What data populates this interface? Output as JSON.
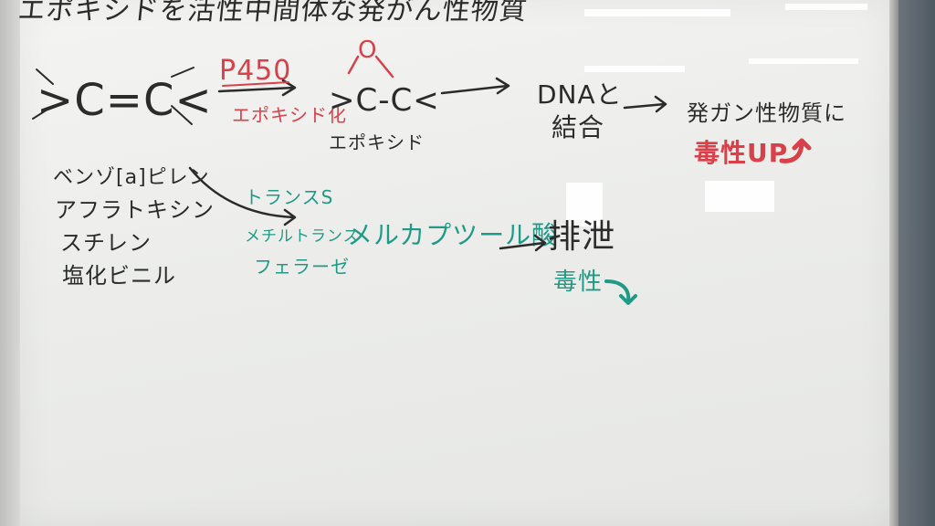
{
  "whiteboard": {
    "title_cut": "エポキシドを活性中間体な発がん性物質",
    "molecule_left": ">C=C<",
    "enzyme_label": "P450",
    "enzyme_sub": "エポキシド化",
    "epoxide_o": "O",
    "epoxide_struct": ">C-C<",
    "epoxide_label": "エポキシド",
    "dna_label": "DNAと",
    "dna_binding": "結合",
    "carcinogen": "発ガン性物質に",
    "toxicity_up": "毒性UP",
    "substances": [
      "ベンゾ[a]ピレン",
      "アフラトキシン",
      "スチレン",
      "塩化ビニル"
    ],
    "gst_line1": "トランスS",
    "gst_line2": "メチルトランス",
    "gst_line3": "フェラーゼ",
    "mercapturic": "メルカプツール酸",
    "excretion": "排泄",
    "toxicity_down": "毒性"
  },
  "colors": {
    "black_marker": "#2b2b2b",
    "red_marker": "#d8404a",
    "teal_marker": "#1f9a86"
  }
}
